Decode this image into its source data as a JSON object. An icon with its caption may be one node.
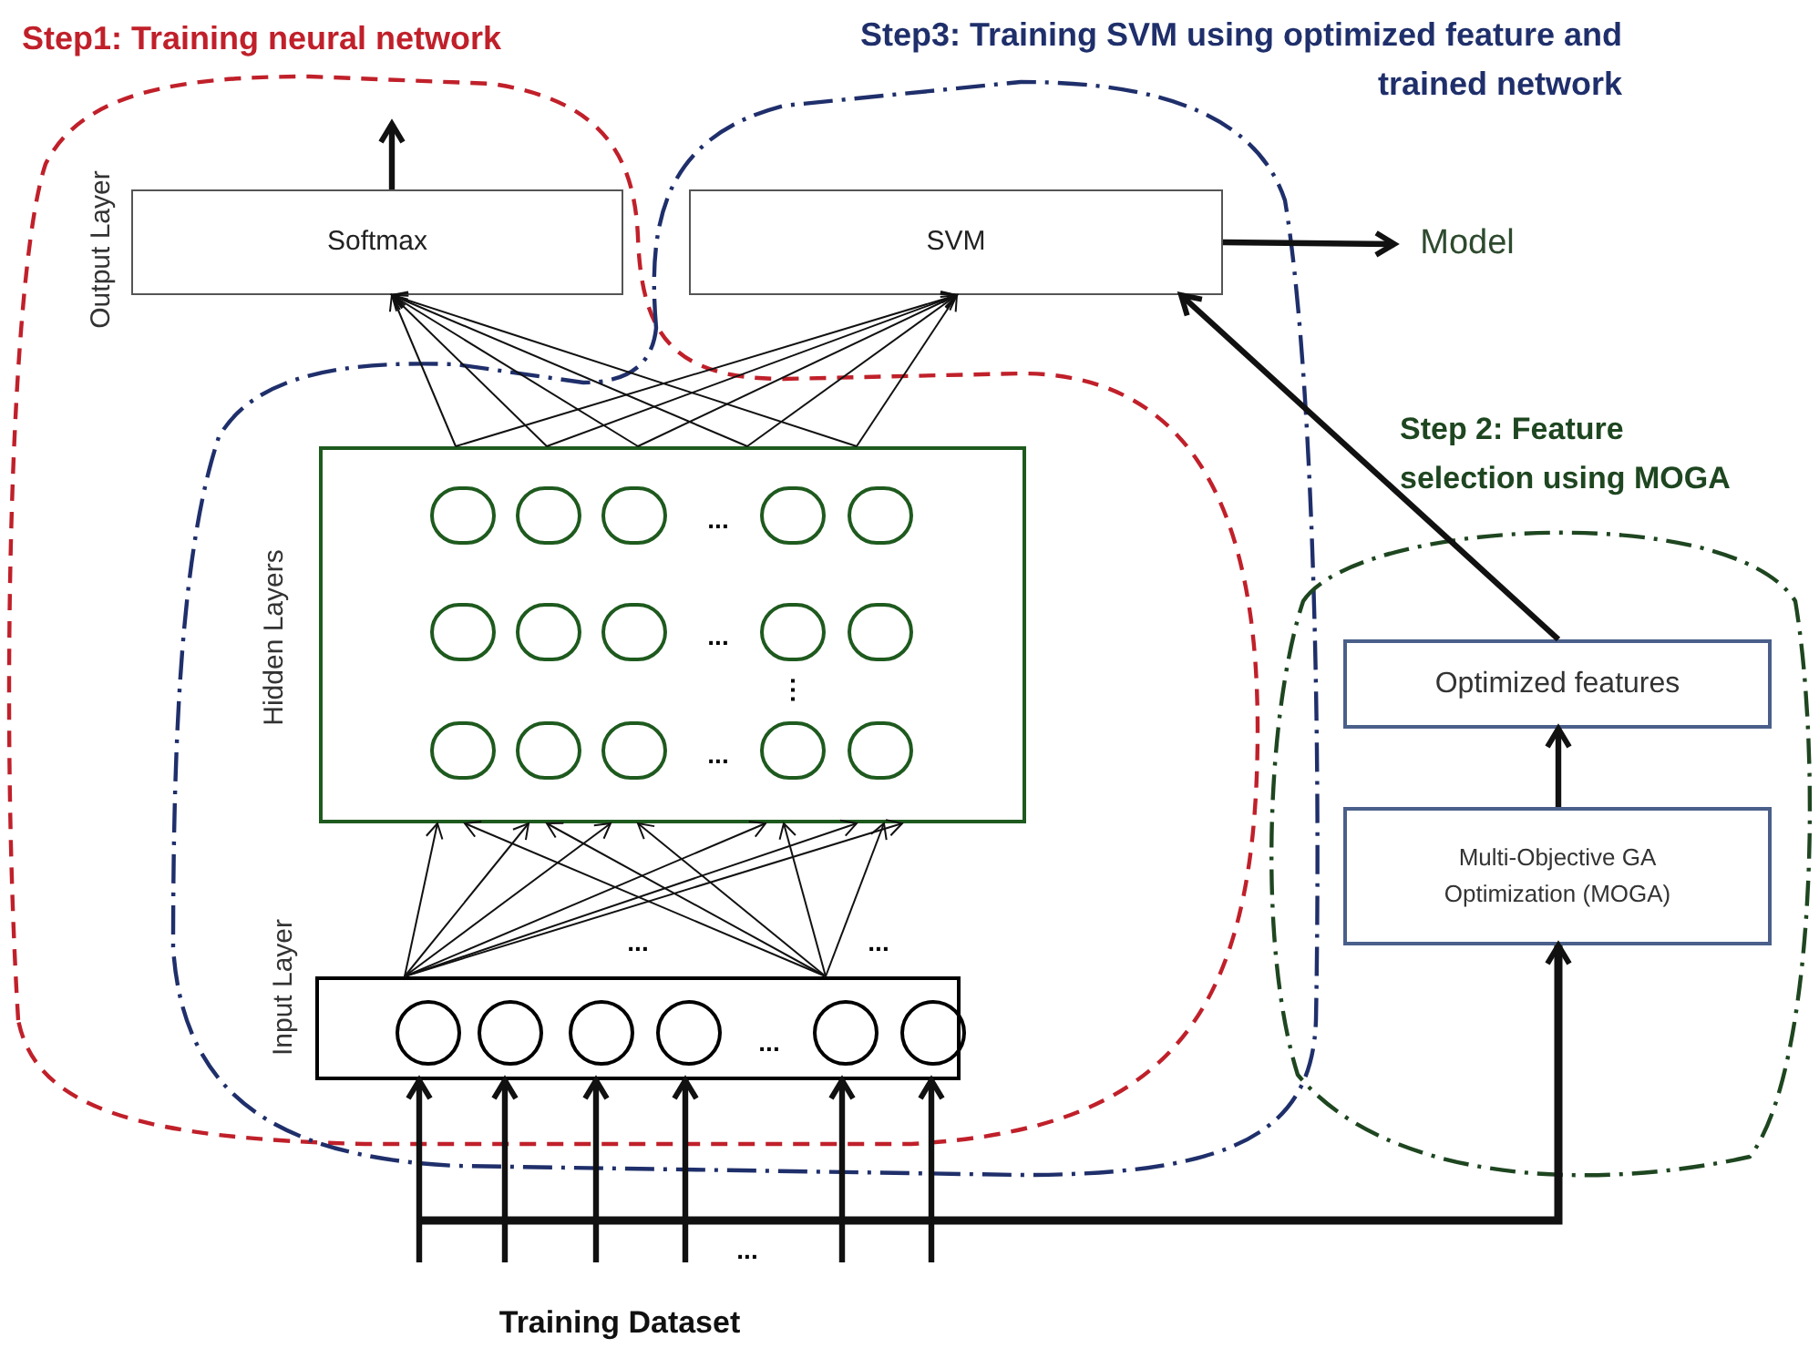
{
  "diagram": {
    "nodes": [
      {
        "text": [
          "Softmax"
        ]
      },
      {
        "text": [
          "SVM"
        ]
      },
      {
        "text": [
          "Model"
        ]
      },
      {
        "text": [
          "...",
          "...",
          "⋮",
          "..."
        ]
      },
      {
        "text": [
          "..."
        ]
      },
      {
        "text": [
          "Optimized features"
        ]
      },
      {
        "text": [
          "Multi-Objective GA Optimization (MOGA)"
        ]
      }
    ],
    "edges": [
      {
        "from": 0,
        "to": null,
        "arrow": "to",
        "style": "thick"
      },
      {
        "from": 1,
        "to": 2,
        "arrow": "to",
        "style": "thick"
      },
      {
        "from": 3,
        "to": 0,
        "arrow": "to"
      },
      {
        "from": 3,
        "to": 0,
        "arrow": "to"
      },
      {
        "from": 3,
        "to": 0,
        "arrow": "to"
      },
      {
        "from": 3,
        "to": 0,
        "arrow": "to"
      },
      {
        "from": 3,
        "to": 0,
        "arrow": "to"
      },
      {
        "from": 3,
        "to": 1,
        "arrow": "to"
      },
      {
        "from": 3,
        "to": 1,
        "arrow": "to"
      },
      {
        "from": 3,
        "to": 1,
        "arrow": "to"
      },
      {
        "from": 3,
        "to": 1,
        "arrow": "to"
      },
      {
        "from": 3,
        "to": 1,
        "arrow": "to"
      },
      {
        "from": 4,
        "to": 3,
        "arrow": "to"
      },
      {
        "from": 4,
        "to": 3,
        "arrow": "to"
      },
      {
        "from": 4,
        "to": 3,
        "arrow": "to"
      },
      {
        "from": 4,
        "to": 3,
        "arrow": "to"
      },
      {
        "from": 4,
        "to": 3,
        "arrow": "to"
      },
      {
        "from": 4,
        "to": 3,
        "arrow": "to"
      },
      {
        "from": 4,
        "to": 3,
        "arrow": "to"
      },
      {
        "from": 4,
        "to": 3,
        "arrow": "to"
      },
      {
        "from": 4,
        "to": 3,
        "arrow": "to"
      },
      {
        "from": 4,
        "to": 3,
        "arrow": "to"
      },
      {
        "from": 4,
        "to": 3,
        "arrow": "to"
      },
      {
        "from": null,
        "to": 4,
        "arrow": "to",
        "style": "thick"
      },
      {
        "from": null,
        "to": 4,
        "arrow": "to",
        "style": "thick"
      },
      {
        "from": null,
        "to": 4,
        "arrow": "to",
        "style": "thick"
      },
      {
        "from": null,
        "to": 4,
        "arrow": "to",
        "style": "thick"
      },
      {
        "from": null,
        "to": 4,
        "arrow": "to",
        "style": "thick"
      },
      {
        "from": null,
        "to": 4,
        "arrow": "to",
        "style": "thick"
      },
      {
        "from": null,
        "to": 6,
        "arrow": "to",
        "style": "thick"
      },
      {
        "from": 6,
        "to": 5,
        "arrow": "to",
        "style": "thick"
      },
      {
        "from": 5,
        "to": 1,
        "arrow": "to",
        "style": "thick"
      }
    ],
    "labels": [
      "Step1: Training neural network",
      "Step3: Training SVM using optimized feature and trained network",
      "Output Layer",
      "Hidden Layers",
      "Step 2: Feature selection using MOGA",
      "...",
      "...",
      "Input Layer",
      "...",
      "Training Dataset"
    ]
  }
}
